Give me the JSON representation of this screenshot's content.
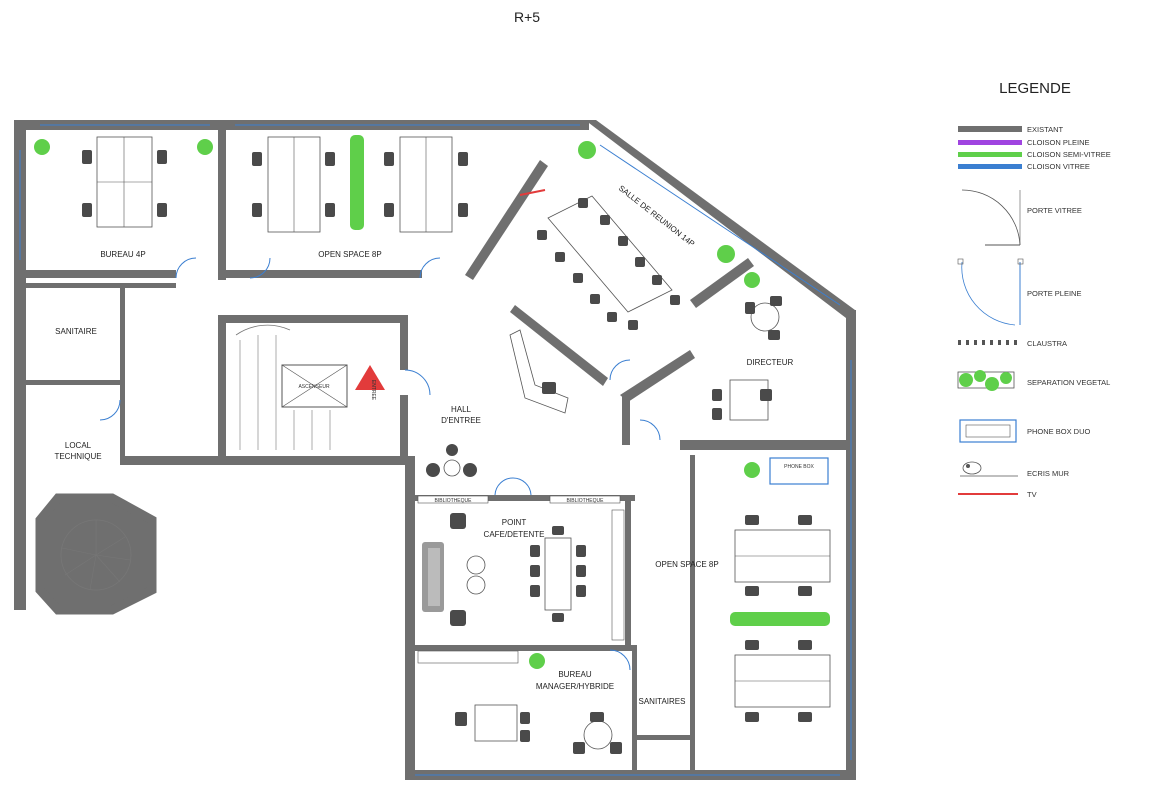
{
  "floor_label": "R+5",
  "rooms": {
    "bureau_4p": "BUREAU 4P",
    "open_space_8p_top": "OPEN SPACE 8P",
    "salle_reunion": "SALLE DE REUNION 14P",
    "sanitaire": "SANITAIRE",
    "local_technique_1": "LOCAL",
    "local_technique_2": "TECHNIQUE",
    "ascenseur": "ASCENSEUR",
    "entree": "ENTREE",
    "hall_1": "HALL",
    "hall_2": "D'ENTREE",
    "directeur": "DIRECTEUR",
    "phone_box": "PHONE BOX",
    "bibliotheque_left": "BIBLIOTHEQUE",
    "bibliotheque_right": "BIBLIOTHEQUE",
    "point_cafe_1": "POINT",
    "point_cafe_2": "CAFE/DETENTE",
    "open_space_8p_bottom": "OPEN SPACE 8P",
    "bureau_manager_1": "BUREAU",
    "bureau_manager_2": "MANAGER/HYBRIDE",
    "sanitaires": "SANITAIRES"
  },
  "legend": {
    "title": "LEGENDE",
    "items": [
      {
        "label": "EXISTANT",
        "color": "#6f6f6f",
        "symbol": "line"
      },
      {
        "label": "CLOISON PLEINE",
        "color": "#a044e0",
        "symbol": "line"
      },
      {
        "label": "CLOISON SEMI-VITREE",
        "color": "#5fcf4a",
        "symbol": "line"
      },
      {
        "label": "CLOISON VITREE",
        "color": "#3b7fd1",
        "symbol": "line"
      },
      {
        "label": "PORTE VITREE",
        "color": "#555555",
        "symbol": "door-glass"
      },
      {
        "label": "PORTE PLEINE",
        "color": "#3b7fd1",
        "symbol": "door-solid"
      },
      {
        "label": "CLAUSTRA",
        "color": "#555555",
        "symbol": "claustra"
      },
      {
        "label": "SEPARATION VEGETAL",
        "color": "#5fcf4a",
        "symbol": "plant-separator"
      },
      {
        "label": "PHONE BOX DUO",
        "color": "#3b7fd1",
        "symbol": "phone-box"
      },
      {
        "label": "ECRIS MUR",
        "color": "#555555",
        "symbol": "wall-screen"
      },
      {
        "label": "TV",
        "color": "#e23b3b",
        "symbol": "tv"
      }
    ]
  }
}
